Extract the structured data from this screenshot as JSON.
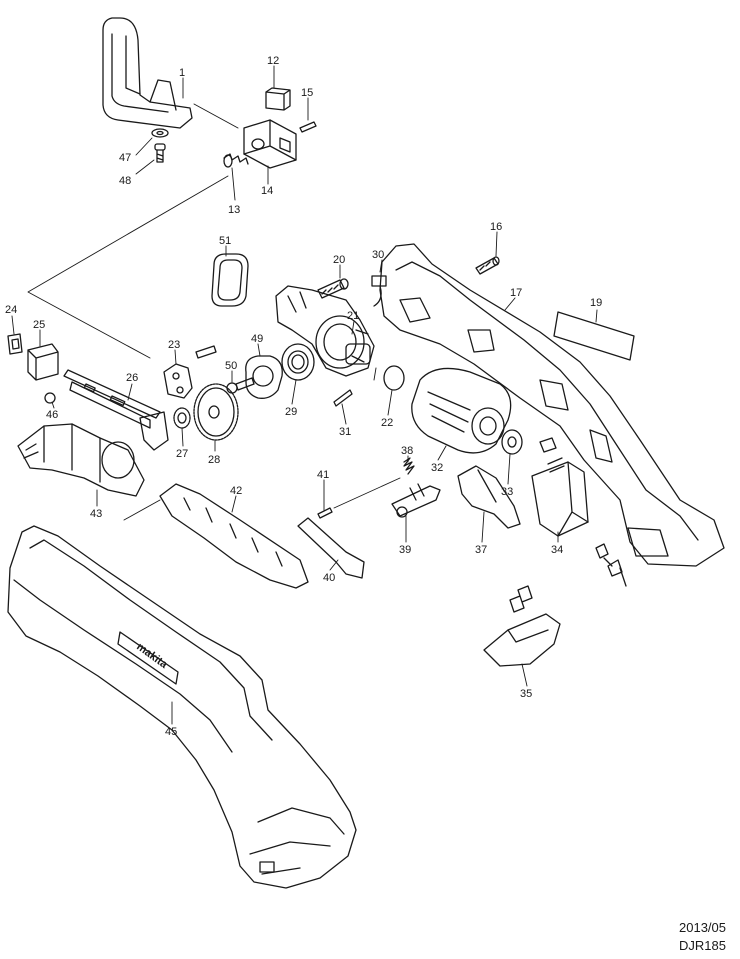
{
  "footer": {
    "date": "2013/05",
    "model": "DJR185"
  },
  "callouts": [
    "1",
    "12",
    "15",
    "47",
    "48",
    "13",
    "14",
    "51",
    "20",
    "30",
    "16",
    "17",
    "19",
    "24",
    "25",
    "23",
    "49",
    "21",
    "26",
    "50",
    "46",
    "27",
    "28",
    "29",
    "31",
    "22",
    "38",
    "32",
    "33",
    "43",
    "42",
    "41",
    "39",
    "37",
    "34",
    "40",
    "35",
    "45"
  ],
  "logo_text": "makita"
}
